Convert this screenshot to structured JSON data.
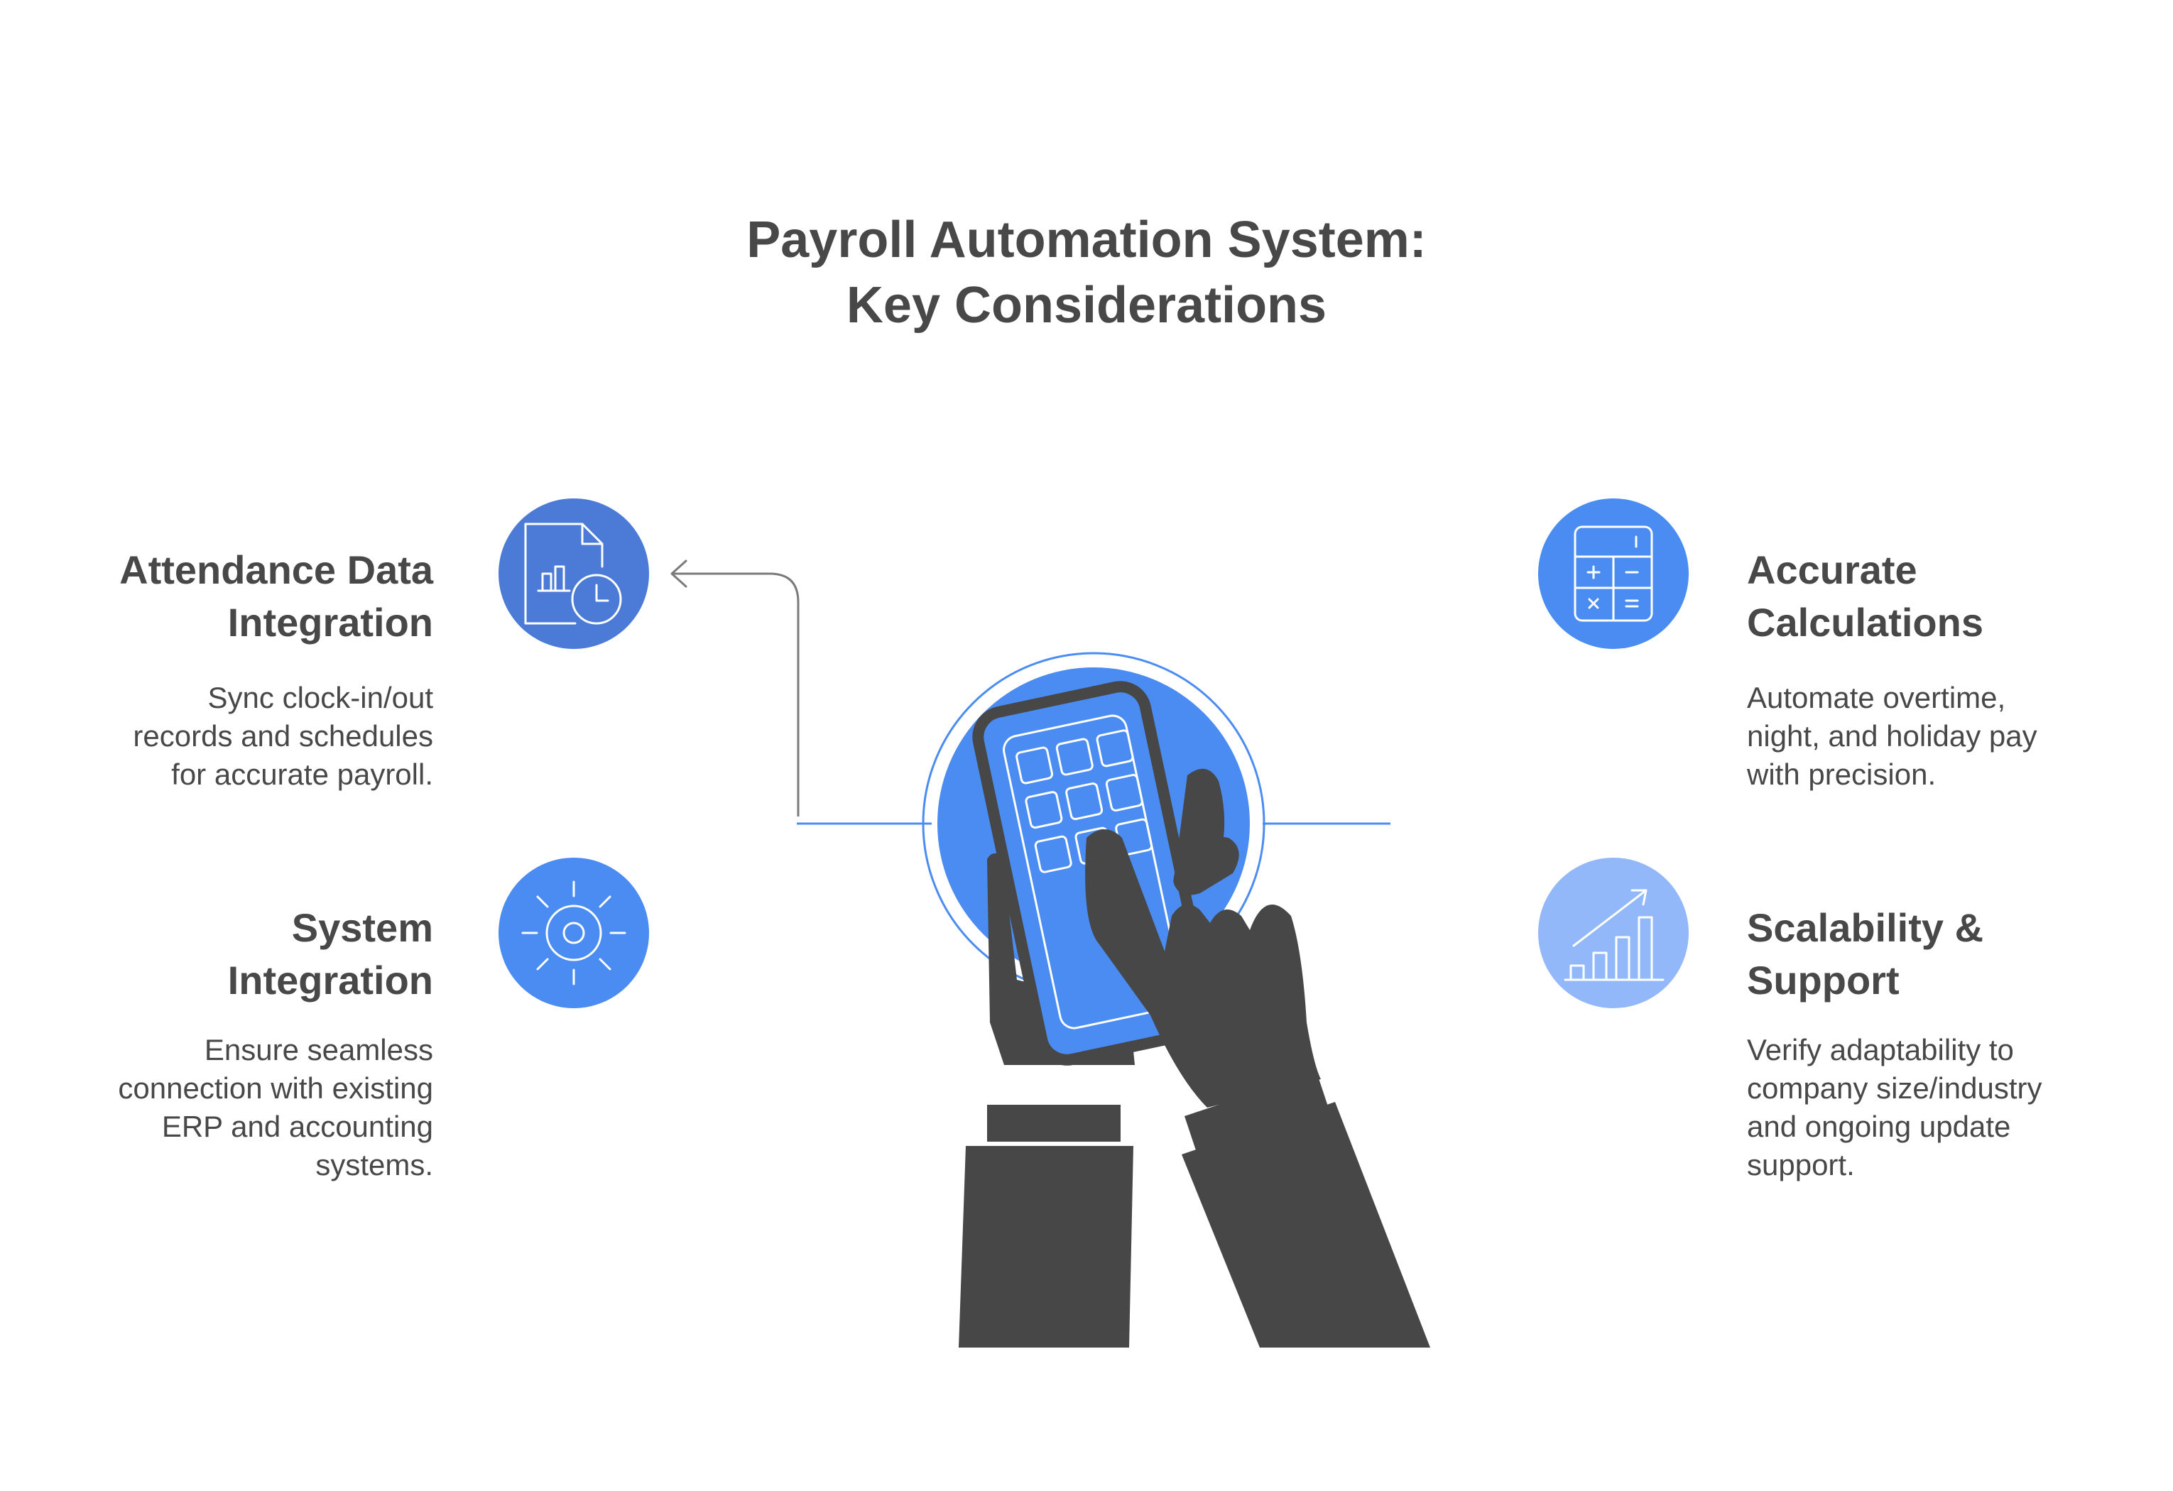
{
  "title": {
    "line1": "Payroll Automation System:",
    "line2": "Key Considerations"
  },
  "items": [
    {
      "heading_line1": "Attendance Data",
      "heading_line2": "Integration",
      "desc_lines": [
        "Sync clock-in/out",
        "records and schedules",
        "for accurate payroll."
      ],
      "icon": "document-chart-clock-icon",
      "color": "#4B7BD6"
    },
    {
      "heading_line1": "System",
      "heading_line2": "Integration",
      "desc_lines": [
        "Ensure seamless",
        "connection with existing",
        "ERP and accounting",
        "systems."
      ],
      "icon": "sun-gear-icon",
      "color": "#4A8CF2"
    },
    {
      "heading_line1": "Accurate",
      "heading_line2": "Calculations",
      "desc_lines": [
        "Automate overtime,",
        "night, and holiday pay",
        "with precision."
      ],
      "icon": "calculator-icon",
      "color": "#4A8CF2"
    },
    {
      "heading_line1": "Scalability &",
      "heading_line2": "Support",
      "desc_lines": [
        "Verify adaptability to",
        "company size/industry",
        "and ongoing update",
        "support."
      ],
      "icon": "growth-chart-icon",
      "color": "#93B8F9"
    }
  ],
  "colors": {
    "accent_blue": "#4A8CF2",
    "dark_gray": "#484848",
    "line_blue": "#4A8CF2",
    "arrow_gray": "#7A7A7A"
  },
  "central_icon": "hands-calculator-icon"
}
